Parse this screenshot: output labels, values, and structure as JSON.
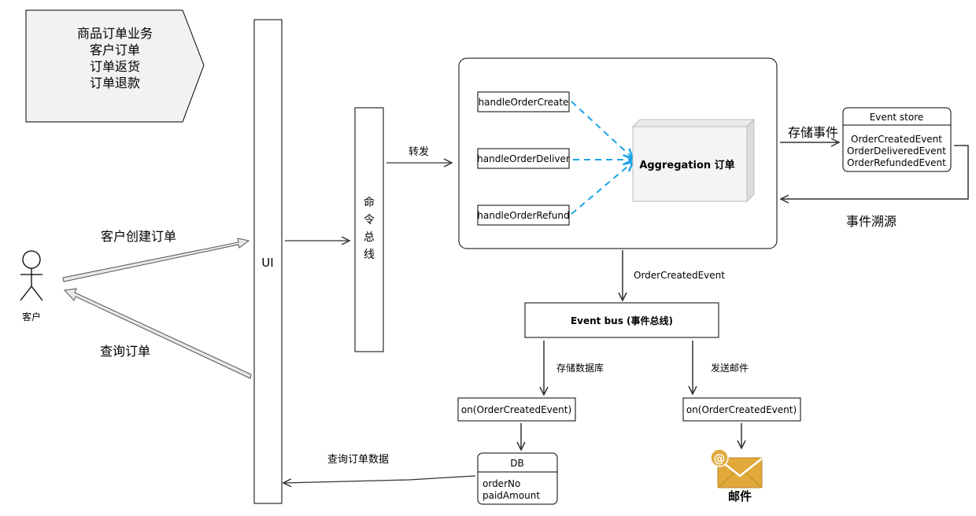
{
  "banner": {
    "lines": [
      "商品订单业务",
      "客户订单",
      "订单返货",
      "订单退款"
    ]
  },
  "actor": {
    "label": "客户"
  },
  "ui": {
    "label": "UI"
  },
  "command_bus": {
    "chars": [
      "命",
      "令",
      "总",
      "线"
    ]
  },
  "edges": {
    "create_order": "客户创建订单",
    "query_order": "查询订单",
    "forward": "转发",
    "store_events": "存储事件",
    "event_sourcing": "事件溯源",
    "order_created_event": "OrderCreatedEvent",
    "store_db": "存储数据库",
    "send_mail": "发送邮件",
    "query_order_data": "查询订单数据"
  },
  "handlers": [
    "handleOrderCreate",
    "handleOrderDeliver",
    "handleOrderRefund"
  ],
  "aggregation": {
    "label": "Aggregation 订单"
  },
  "event_store": {
    "title": "Event store",
    "items": [
      "OrderCreatedEvent",
      "OrderDeliveredEvent",
      "OrderRefundedEvent"
    ]
  },
  "event_bus": {
    "label": "Event bus (事件总线)"
  },
  "listeners": {
    "db_listener": "on(OrderCreatedEvent)",
    "mail_listener": "on(OrderCreatedEvent)"
  },
  "db": {
    "title": "DB",
    "fields": [
      "orderNo",
      "paidAmount"
    ]
  },
  "mail": {
    "label": "邮件"
  },
  "colors": {
    "dashed_arrow": "#1aa3e8",
    "banner_fill": "#f2f2f2",
    "thick_arrow_fill": "#e8e8e8",
    "mail_icon": "#e0a93a",
    "aggregation_fill": "#f4f4f4"
  }
}
